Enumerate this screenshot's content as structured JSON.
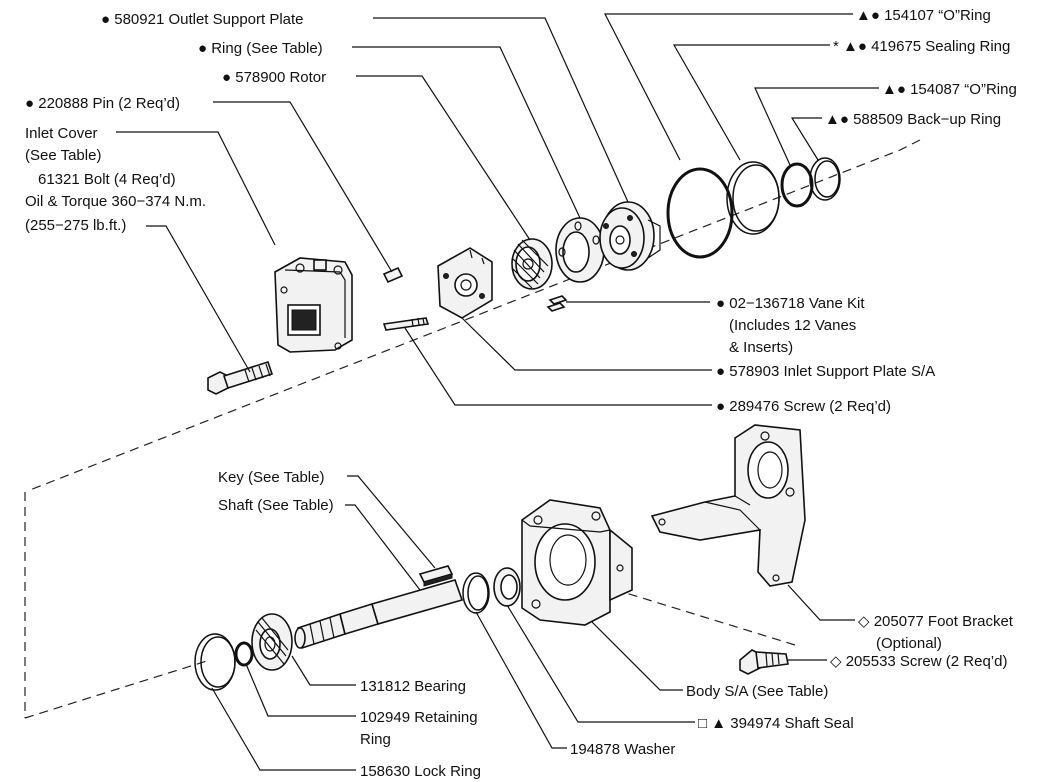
{
  "labels": {
    "outlet_support_plate": "● 580921 Outlet Support  Plate",
    "ring": "● Ring (See Table)",
    "rotor": "● 578900 Rotor",
    "pin": "● 220888 Pin (2 Req’d)",
    "inlet_cover_1": "Inlet Cover",
    "inlet_cover_2": "(See Table)",
    "bolt_1": "61321 Bolt (4 Req’d)",
    "bolt_2": "Oil & Torque 360−374 N.m.",
    "bolt_3": "(255−275  lb.ft.)",
    "oring_154107": "▲● 154107 “O”Ring",
    "sealing_ring": "* ▲● 419675 Sealing Ring",
    "oring_154087": "▲● 154087 “O”Ring",
    "backup_ring": "▲● 588509 Back−up Ring",
    "vane_kit_1": "● 02−136718 Vane Kit",
    "vane_kit_2": "(Includes 12 Vanes",
    "vane_kit_3": "& Inserts)",
    "inlet_support_plate": "● 578903 Inlet Support Plate S/A",
    "screw_289476": "● 289476 Screw (2 Req’d)",
    "key": "Key (See Table)",
    "shaft": "Shaft (See Table)",
    "foot_bracket_1": "◇ 205077 Foot Bracket",
    "foot_bracket_2": "(Optional)",
    "screw_205533": "◇ 205533 Screw (2 Req’d)",
    "body": "Body S/A  (See Table)",
    "bearing": "131812 Bearing",
    "retaining_ring_1": "102949 Retaining",
    "retaining_ring_2": "Ring",
    "shaft_seal": "□ ▲ 394974 Shaft Seal",
    "washer": "194878  Washer",
    "lock_ring": "158630 Lock Ring"
  }
}
